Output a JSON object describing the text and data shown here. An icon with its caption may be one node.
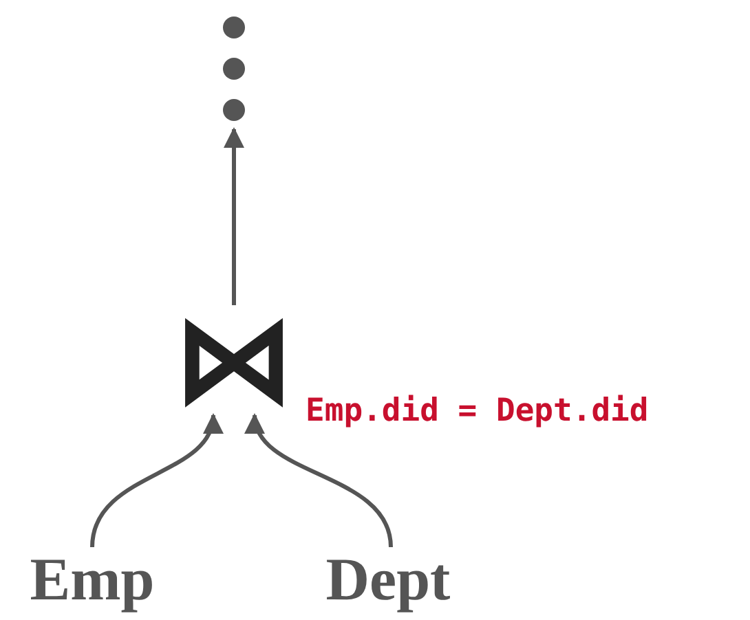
{
  "diagram": {
    "nodes": [
      {
        "text": [],
        "shape": "dots"
      },
      {
        "text": [
          "⋈"
        ],
        "beside": [
          "Emp.did = Dept.did"
        ]
      },
      {
        "text": [
          "Emp"
        ]
      },
      {
        "text": [
          "Dept"
        ]
      }
    ],
    "edges": [
      {
        "from": 2,
        "to": 1,
        "arrow": "to"
      },
      {
        "from": 3,
        "to": 1,
        "arrow": "to"
      },
      {
        "from": 1,
        "to": 0,
        "arrow": "to"
      }
    ]
  }
}
